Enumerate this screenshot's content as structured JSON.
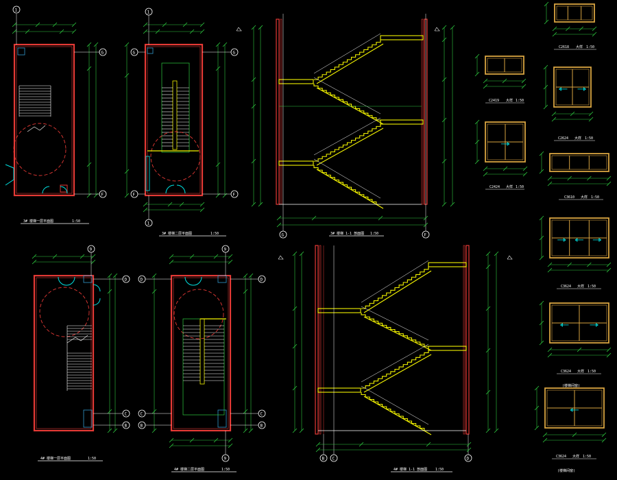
{
  "colors": {
    "background": "#000000",
    "wall": "#e53935",
    "dimension": "#2ecc40",
    "axis": "#ffffff",
    "stair": "#f5f500",
    "window_frame": "#d9a441",
    "glazing": "#00e5e5",
    "hatch": "#ffffff"
  },
  "titles": {
    "plan1_title": "3# 楼梯一层平面图",
    "plan1_scale": "1:50",
    "plan2_title": "3# 楼梯二层平面图",
    "plan2_scale": "1:50",
    "plan3_title": "4# 楼梯一层平面图",
    "plan3_scale": "1:50",
    "plan4_title": "4# 楼梯二层平面图",
    "plan4_scale": "1:50",
    "section1_title": "3# 楼梯 1-1 剖面图",
    "section1_scale": "1:50",
    "section2_title": "4# 楼梯 1-1 剖面图",
    "section2_scale": "1:50"
  },
  "axes": {
    "a1": "1",
    "aG": "G",
    "aF": "F",
    "aD": "D",
    "aC": "C",
    "aB": "B",
    "a9": "9"
  },
  "windows": {
    "w1_label": "C2419",
    "w1_sub": "大样",
    "w1_scale": "1:50",
    "w2_label": "C2424",
    "w2_sub": "大样",
    "w2_scale": "1:50",
    "w3_label": "C2618",
    "w3_sub": "大样",
    "w3_scale": "1:50",
    "w4_label": "C2624",
    "w4_sub": "大样",
    "w4_scale": "1:50",
    "w5_label": "C3610",
    "w5_sub": "大样",
    "w5_scale": "1:50",
    "w6_label": "C3624",
    "w6_sub": "大样",
    "w6_scale": "1:50",
    "w7_label": "C3624",
    "w7_sub": "大样",
    "w7_scale": "1:50",
    "w7_note": "(楼梯间窗)",
    "w8_label": "C3624",
    "w8_sub": "大样",
    "w8_scale": "1:50",
    "w8_note": "(楼梯间窗)"
  }
}
